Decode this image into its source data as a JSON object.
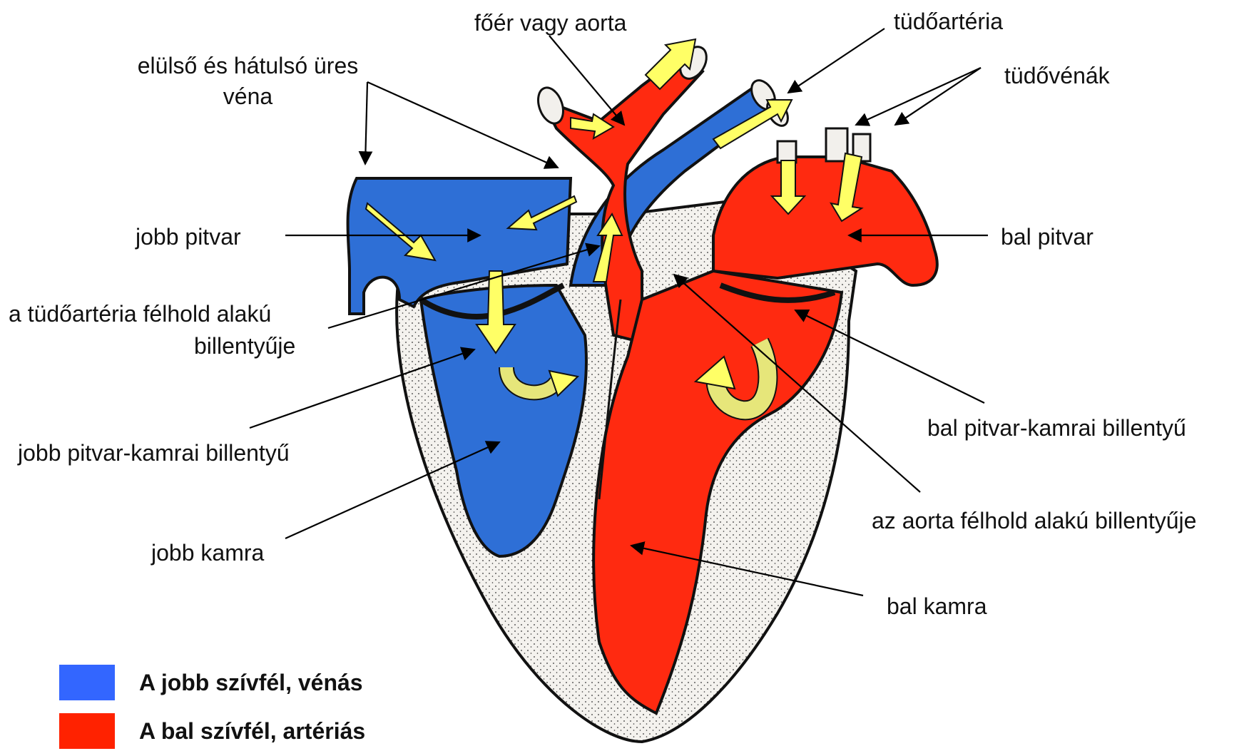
{
  "labels": {
    "aorta": "főér vagy aorta",
    "pulmonary_artery": "tüdőartéria",
    "pulmonary_veins": "tüdővénák",
    "vena_cava_l1": "elülső és hátulsó üres",
    "vena_cava_l2": "véna",
    "right_atrium": "jobb pitvar",
    "left_atrium": "bal pitvar",
    "pulm_valve_l1": "a tüdőartéria félhold alakú",
    "pulm_valve_l2": "billentyűje",
    "right_av_valve": "jobb pitvar-kamrai billentyű",
    "left_av_valve": "bal pitvar-kamrai billentyű",
    "right_ventricle": "jobb kamra",
    "aortic_valve": "az aorta félhold alakú billentyűje",
    "left_ventricle": "bal kamra"
  },
  "legend": {
    "right_heart": {
      "label": "A jobb szívfél, vénás",
      "color": "#3366ff"
    },
    "left_heart": {
      "label": "A bal szívfél, artériás",
      "color": "#ff2200"
    }
  },
  "colors": {
    "venous": "#2e6fd6",
    "arterial": "#ff2a10",
    "wall": "#f2f0ec",
    "flow_arrow": "#ffff66",
    "flow_arrow_curved": "#e6e67a"
  }
}
